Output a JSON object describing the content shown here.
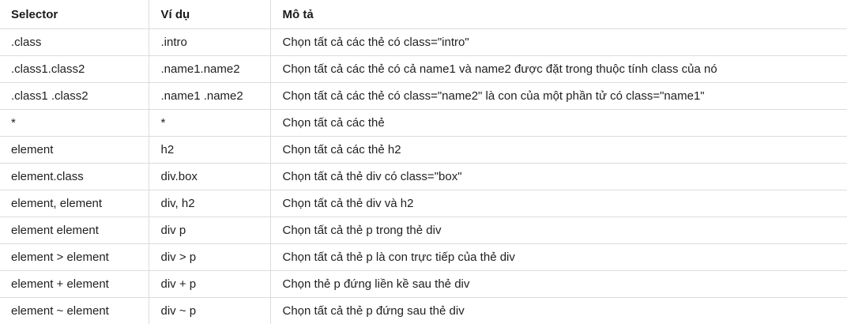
{
  "table": {
    "headers": [
      "Selector",
      "Ví dụ",
      "Mô tả"
    ],
    "rows": [
      [
        ".class",
        ".intro",
        "Chọn tất cả các thẻ có class=\"intro\""
      ],
      [
        ".class1.class2",
        ".name1.name2",
        "Chọn tất cả các thẻ có cả name1 và name2 được đặt trong thuộc tính class của nó"
      ],
      [
        ".class1 .class2",
        ".name1 .name2",
        "Chọn tất cả các thẻ có class=\"name2\" là con của một phần tử có class=\"name1\""
      ],
      [
        "*",
        "*",
        "Chọn tất cả các thẻ"
      ],
      [
        "element",
        "h2",
        "Chọn tất cả các thẻ h2"
      ],
      [
        "element.class",
        "div.box",
        "Chọn tất cả thẻ div có class=\"box\""
      ],
      [
        "element, element",
        "div, h2",
        "Chọn tất cả thẻ div và h2"
      ],
      [
        "element element",
        "div p",
        "Chọn tất cả thẻ p trong thẻ div"
      ],
      [
        "element > element",
        "div > p",
        "Chọn tất cả thẻ p là con trực tiếp của thẻ div"
      ],
      [
        "element + element",
        "div + p",
        "Chọn thẻ p đứng liền kề sau thẻ div"
      ],
      [
        "element ~ element",
        "div ~ p",
        "Chọn tất cả thẻ p đứng sau thẻ div"
      ]
    ]
  }
}
